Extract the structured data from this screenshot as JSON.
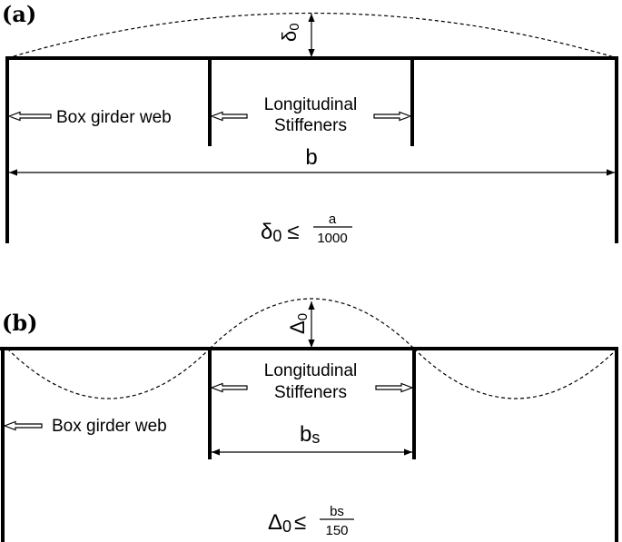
{
  "panel_a": {
    "label": "(a)",
    "delta_symbol": "δ",
    "delta_sub": "0",
    "web_label": "Box girder web",
    "stiffener_line1": "Longitudinal",
    "stiffener_line2": "Stiffeners",
    "width_label": "b",
    "formula": {
      "symbol": "δ",
      "sub": "0",
      "relation": "≤",
      "numerator": "a",
      "denominator": "1000"
    }
  },
  "panel_b": {
    "label": "(b)",
    "delta_symbol": "Δ",
    "delta_sub": "0",
    "web_label": "Box girder web",
    "stiffener_line1": "Longitudinal",
    "stiffener_line2": "Stiffeners",
    "width_main": "b",
    "width_sub": "s",
    "formula": {
      "symbol": "Δ",
      "sub": "0",
      "relation": "≤",
      "numerator": "bs",
      "denominator": "150"
    }
  }
}
